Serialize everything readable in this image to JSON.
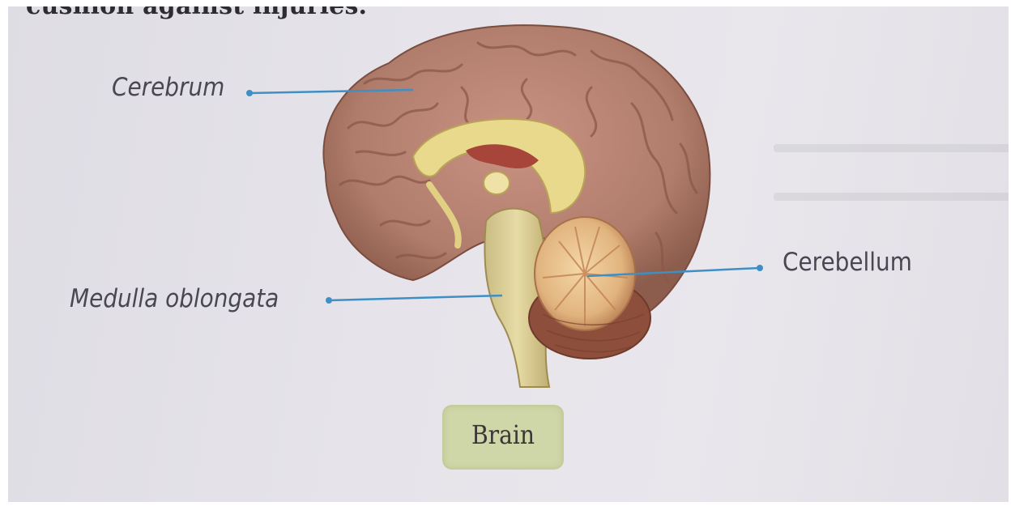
{
  "top_text": "cushion against injuries.",
  "labels": {
    "cerebrum": "Cerebrum",
    "medulla": "Medulla oblongata",
    "cerebellum": "Cerebellum"
  },
  "caption": "Brain",
  "colors": {
    "leader_line": "#3f8fc4",
    "cortex": "#b07c6b",
    "caption_box": "#cfd6a8"
  }
}
